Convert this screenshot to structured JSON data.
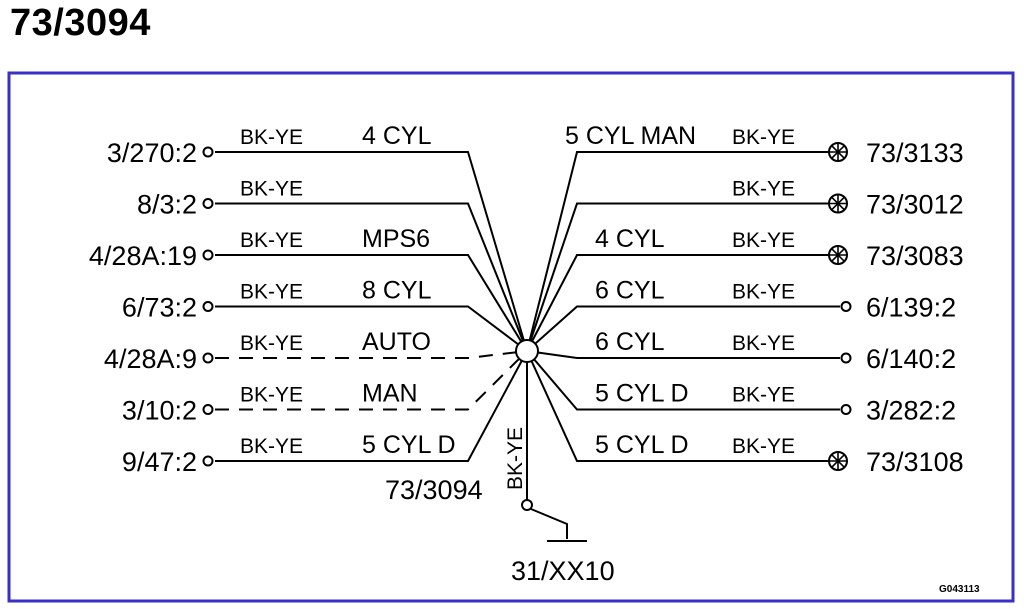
{
  "title": "73/3094",
  "frame_color": "#3a2fc8",
  "hub": {
    "label": "73/3094",
    "wire_color": "BK-YE"
  },
  "ground": {
    "label": "31/XX10"
  },
  "figure_code": "G043113",
  "left_wires": [
    {
      "endpoint": "3/270:2",
      "color": "BK-YE",
      "function": "4 CYL",
      "style": "solid",
      "terminal": "connector"
    },
    {
      "endpoint": "8/3:2",
      "color": "BK-YE",
      "function": "",
      "style": "solid",
      "terminal": "connector"
    },
    {
      "endpoint": "4/28A:19",
      "color": "BK-YE",
      "function": "MPS6",
      "style": "solid",
      "terminal": "connector"
    },
    {
      "endpoint": "6/73:2",
      "color": "BK-YE",
      "function": "8 CYL",
      "style": "solid",
      "terminal": "connector"
    },
    {
      "endpoint": "4/28A:9",
      "color": "BK-YE",
      "function": "AUTO",
      "style": "dashed",
      "terminal": "connector"
    },
    {
      "endpoint": "3/10:2",
      "color": "BK-YE",
      "function": "MAN",
      "style": "dashed",
      "terminal": "connector"
    },
    {
      "endpoint": "9/47:2",
      "color": "BK-YE",
      "function": "5 CYL D",
      "style": "solid",
      "terminal": "connector"
    }
  ],
  "right_wires": [
    {
      "endpoint": "73/3133",
      "color": "BK-YE",
      "function": "5 CYL MAN",
      "style": "solid",
      "terminal": "lamp"
    },
    {
      "endpoint": "73/3012",
      "color": "BK-YE",
      "function": "",
      "style": "solid",
      "terminal": "lamp"
    },
    {
      "endpoint": "73/3083",
      "color": "BK-YE",
      "function": "4 CYL",
      "style": "solid",
      "terminal": "lamp"
    },
    {
      "endpoint": "6/139:2",
      "color": "BK-YE",
      "function": "6 CYL",
      "style": "solid",
      "terminal": "connector"
    },
    {
      "endpoint": "6/140:2",
      "color": "BK-YE",
      "function": "6 CYL",
      "style": "solid",
      "terminal": "connector"
    },
    {
      "endpoint": "3/282:2",
      "color": "BK-YE",
      "function": "5 CYL D",
      "style": "solid",
      "terminal": "connector"
    },
    {
      "endpoint": "73/3108",
      "color": "BK-YE",
      "function": "5 CYL D",
      "style": "solid",
      "terminal": "lamp"
    }
  ]
}
